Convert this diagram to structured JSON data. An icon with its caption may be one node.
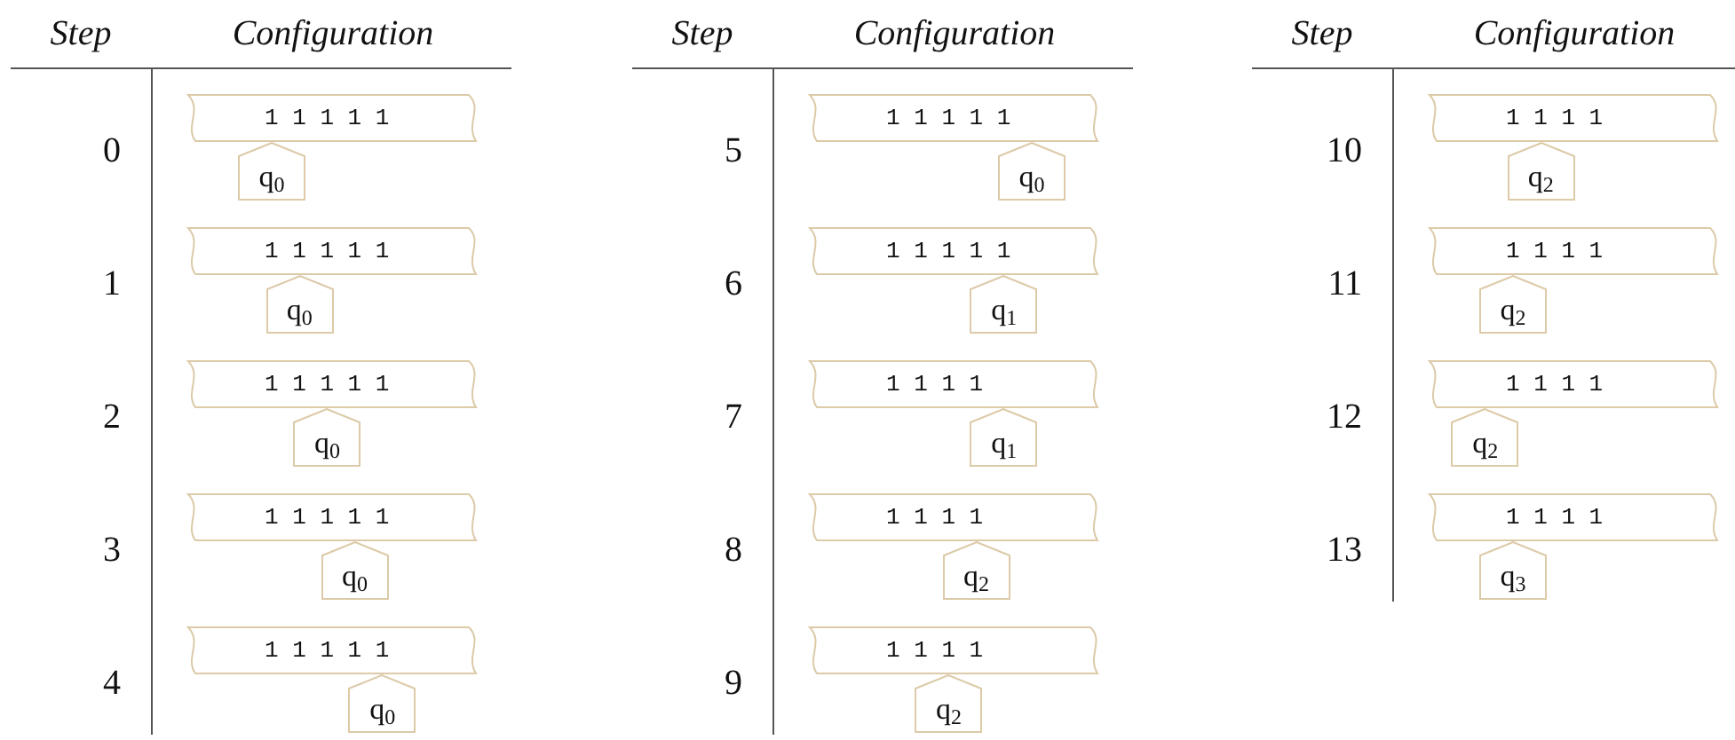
{
  "diagram": {
    "nodes": [
      {
        "text": [
          "1 1 1 1 1"
        ]
      },
      {
        "text": [
          "q$_{0}$"
        ]
      },
      {
        "text": [
          "1 1 1 1 1"
        ]
      },
      {
        "text": [
          "q$_{0}$"
        ]
      },
      {
        "text": [
          "1 1 1 1 1"
        ]
      },
      {
        "text": [
          "q$_{0}$"
        ]
      },
      {
        "text": [
          "1 1 1 1 1"
        ]
      },
      {
        "text": [
          "q$_{0}$"
        ]
      },
      {
        "text": [
          "1 1 1 1 1"
        ]
      },
      {
        "text": [
          "q$_{0}$"
        ]
      },
      {
        "text": [
          "1 1 1 1 1"
        ]
      },
      {
        "text": [
          "q$_{0}$"
        ]
      },
      {
        "text": [
          "1 1 1 1 1"
        ]
      },
      {
        "text": [
          "q$_{1}$"
        ]
      },
      {
        "text": [
          "1 1 1 1"
        ]
      },
      {
        "text": [
          "q$_{1}$"
        ]
      },
      {
        "text": [
          "1 1 1 1"
        ]
      },
      {
        "text": [
          "q$_{2}$"
        ]
      },
      {
        "text": [
          "1 1 1 1"
        ]
      },
      {
        "text": [
          "q$_{2}$"
        ]
      },
      {
        "text": [
          "1 1 1 1"
        ]
      },
      {
        "text": [
          "q$_{2}$"
        ]
      },
      {
        "text": [
          "1 1 1 1"
        ]
      },
      {
        "text": [
          "q$_{2}$"
        ]
      },
      {
        "text": [
          "1 1 1 1"
        ]
      },
      {
        "text": [
          "q$_{2}$"
        ]
      },
      {
        "text": [
          "1 1 1 1"
        ]
      },
      {
        "text": [
          "q$_{3}$"
        ]
      }
    ],
    "labels": [
      "Step",
      "Configuration",
      "0",
      "1",
      "2",
      "3",
      "4",
      "Step",
      "Configuration",
      "5",
      "6",
      "7",
      "8",
      "9",
      "Step",
      "Configuration",
      "10",
      "11",
      "12",
      "13"
    ]
  }
}
